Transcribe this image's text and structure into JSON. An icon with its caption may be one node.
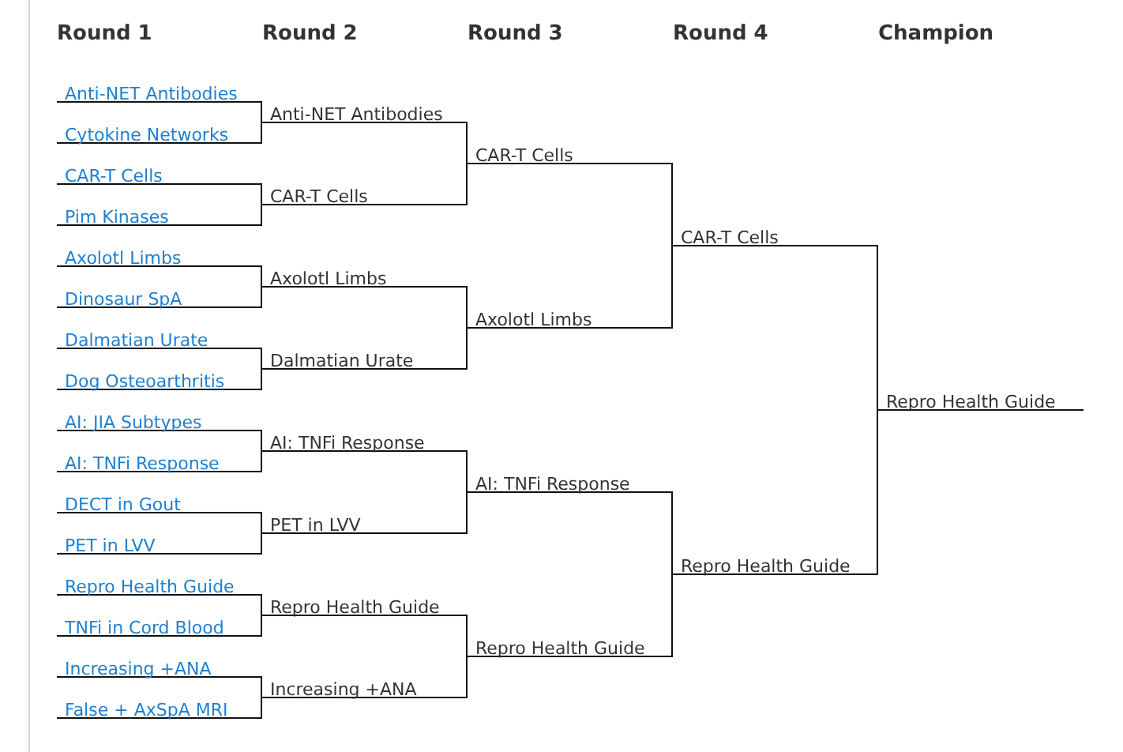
{
  "diagram": {
    "nodes": [
      {
        "text": [
          "Anti-NET Antibodies"
        ]
      },
      {
        "text": [
          "Cytokine Networks"
        ]
      },
      {
        "text": [
          "CAR-T Cells"
        ]
      },
      {
        "text": [
          "Pim Kinases"
        ]
      },
      {
        "text": [
          "Axolotl Limbs"
        ]
      },
      {
        "text": [
          "Dinosaur SpA"
        ]
      },
      {
        "text": [
          "Dalmatian Urate"
        ]
      },
      {
        "text": [
          "Dog Osteoarthritis"
        ]
      },
      {
        "text": [
          "AI: JIA Subtypes"
        ]
      },
      {
        "text": [
          "AI: TNFi Response"
        ]
      },
      {
        "text": [
          "DECT in Gout"
        ]
      },
      {
        "text": [
          "PET in LVV"
        ]
      },
      {
        "text": [
          "Repro Health Guide"
        ]
      },
      {
        "text": [
          "TNFi in Cord Blood"
        ]
      },
      {
        "text": [
          "Increasing +ANA"
        ]
      },
      {
        "text": [
          "False + AxSpA MRI"
        ]
      },
      {
        "text": [
          "Anti-NET Antibodies"
        ]
      },
      {
        "text": [
          "CAR-T Cells"
        ]
      },
      {
        "text": [
          "Axolotl Limbs"
        ]
      },
      {
        "text": [
          "Dalmatian Urate"
        ]
      },
      {
        "text": [
          "AI: TNFi Response"
        ]
      },
      {
        "text": [
          "PET in LVV"
        ]
      },
      {
        "text": [
          "Repro Health Guide"
        ]
      },
      {
        "text": [
          "Increasing +ANA"
        ]
      },
      {
        "text": [
          "CAR-T Cells"
        ]
      },
      {
        "text": [
          "Axolotl Limbs"
        ]
      },
      {
        "text": [
          "AI: TNFi Response"
        ]
      },
      {
        "text": [
          "Repro Health Guide"
        ]
      },
      {
        "text": [
          "CAR-T Cells"
        ]
      },
      {
        "text": [
          "Repro Health Guide"
        ]
      },
      {
        "text": [
          "Repro Health Guide"
        ]
      }
    ],
    "edges": [
      {
        "from": 0,
        "to": 16,
        "arrow": "none"
      },
      {
        "from": 1,
        "to": 16,
        "arrow": "none"
      },
      {
        "from": 2,
        "to": 17,
        "arrow": "none"
      },
      {
        "from": 3,
        "to": 17,
        "arrow": "none"
      },
      {
        "from": 4,
        "to": 18,
        "arrow": "none"
      },
      {
        "from": 5,
        "to": 18,
        "arrow": "none"
      },
      {
        "from": 6,
        "to": 19,
        "arrow": "none"
      },
      {
        "from": 7,
        "to": 19,
        "arrow": "none"
      },
      {
        "from": 8,
        "to": 20,
        "arrow": "none"
      },
      {
        "from": 9,
        "to": 20,
        "arrow": "none"
      },
      {
        "from": 10,
        "to": 21,
        "arrow": "none"
      },
      {
        "from": 11,
        "to": 21,
        "arrow": "none"
      },
      {
        "from": 12,
        "to": 22,
        "arrow": "none"
      },
      {
        "from": 13,
        "to": 22,
        "arrow": "none"
      },
      {
        "from": 14,
        "to": 23,
        "arrow": "none"
      },
      {
        "from": 15,
        "to": 23,
        "arrow": "none"
      },
      {
        "from": 16,
        "to": 24,
        "arrow": "none"
      },
      {
        "from": 17,
        "to": 24,
        "arrow": "none"
      },
      {
        "from": 18,
        "to": 25,
        "arrow": "none"
      },
      {
        "from": 19,
        "to": 25,
        "arrow": "none"
      },
      {
        "from": 20,
        "to": 26,
        "arrow": "none"
      },
      {
        "from": 21,
        "to": 26,
        "arrow": "none"
      },
      {
        "from": 22,
        "to": 27,
        "arrow": "none"
      },
      {
        "from": 23,
        "to": 27,
        "arrow": "none"
      },
      {
        "from": 24,
        "to": 28,
        "arrow": "none"
      },
      {
        "from": 25,
        "to": 28,
        "arrow": "none"
      },
      {
        "from": 26,
        "to": 29,
        "arrow": "none"
      },
      {
        "from": 27,
        "to": 29,
        "arrow": "none"
      },
      {
        "from": 28,
        "to": 30,
        "arrow": "none"
      },
      {
        "from": 29,
        "to": 30,
        "arrow": "none"
      }
    ],
    "labels": [
      "Round 1",
      "Round 2",
      "Round 3",
      "Round 4",
      "Champion"
    ]
  }
}
